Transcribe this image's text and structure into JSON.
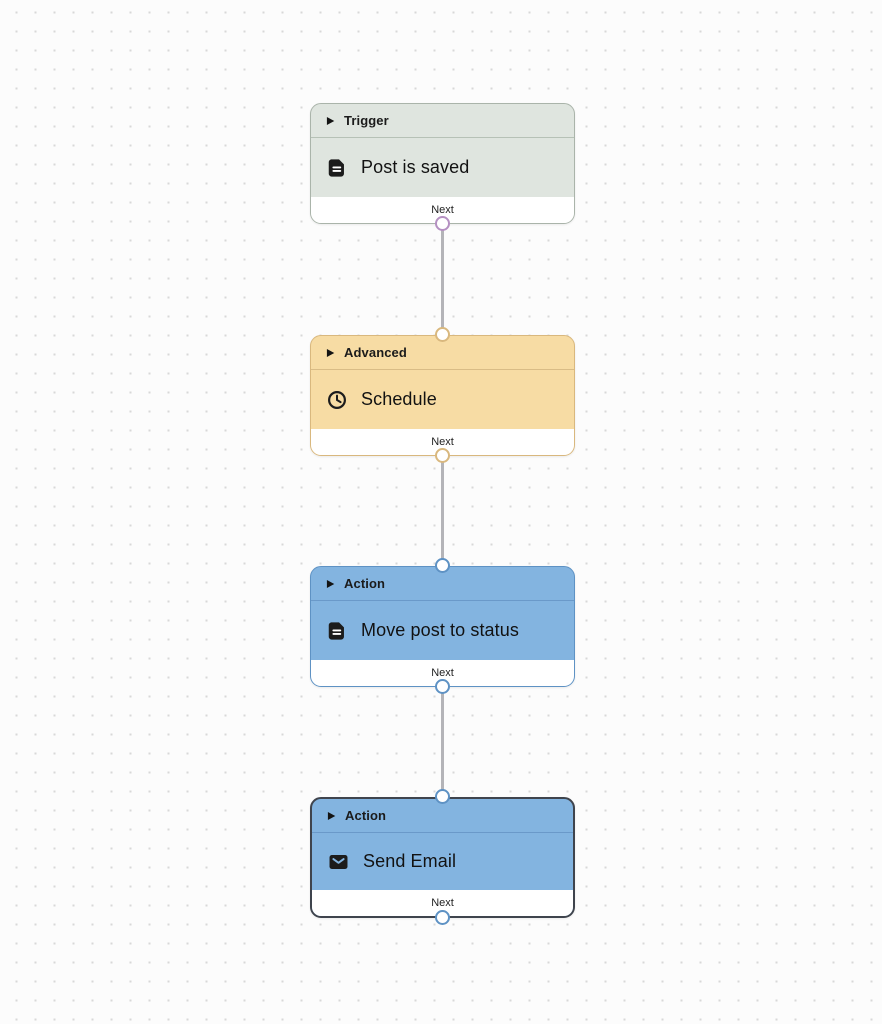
{
  "canvas": {
    "background": "#fcfcfc",
    "dot_color": "#d8d8d8",
    "connector_color": "#b4b4b8"
  },
  "nodes": [
    {
      "category": "Trigger",
      "title": "Post is saved",
      "icon": "document-icon",
      "footer_label": "Next",
      "selected": false,
      "colors": {
        "fill": "#dfe5df",
        "border": "#aab4aa",
        "separator": "#b6c1b6",
        "port": "#b590c2"
      }
    },
    {
      "category": "Advanced",
      "title": "Schedule",
      "icon": "clock-icon",
      "footer_label": "Next",
      "selected": false,
      "colors": {
        "fill": "#f7dca4",
        "border": "#d9b87e",
        "separator": "#d9bc86",
        "port": "#d9b87e"
      }
    },
    {
      "category": "Action",
      "title": "Move post to status",
      "icon": "document-icon",
      "footer_label": "Next",
      "selected": false,
      "colors": {
        "fill": "#83b4e0",
        "border": "#5e92c4",
        "separator": "#6a99c9",
        "port": "#5e92c4"
      }
    },
    {
      "category": "Action",
      "title": "Send Email",
      "icon": "envelope-icon",
      "footer_label": "Next",
      "selected": true,
      "colors": {
        "fill": "#83b4e0",
        "border": "#3f444d",
        "separator": "#6a99c9",
        "port": "#5e92c4"
      }
    }
  ],
  "edges": [
    {
      "from": "Post is saved",
      "to": "Schedule"
    },
    {
      "from": "Schedule",
      "to": "Move post to status"
    },
    {
      "from": "Move post to status",
      "to": "Send Email"
    }
  ]
}
